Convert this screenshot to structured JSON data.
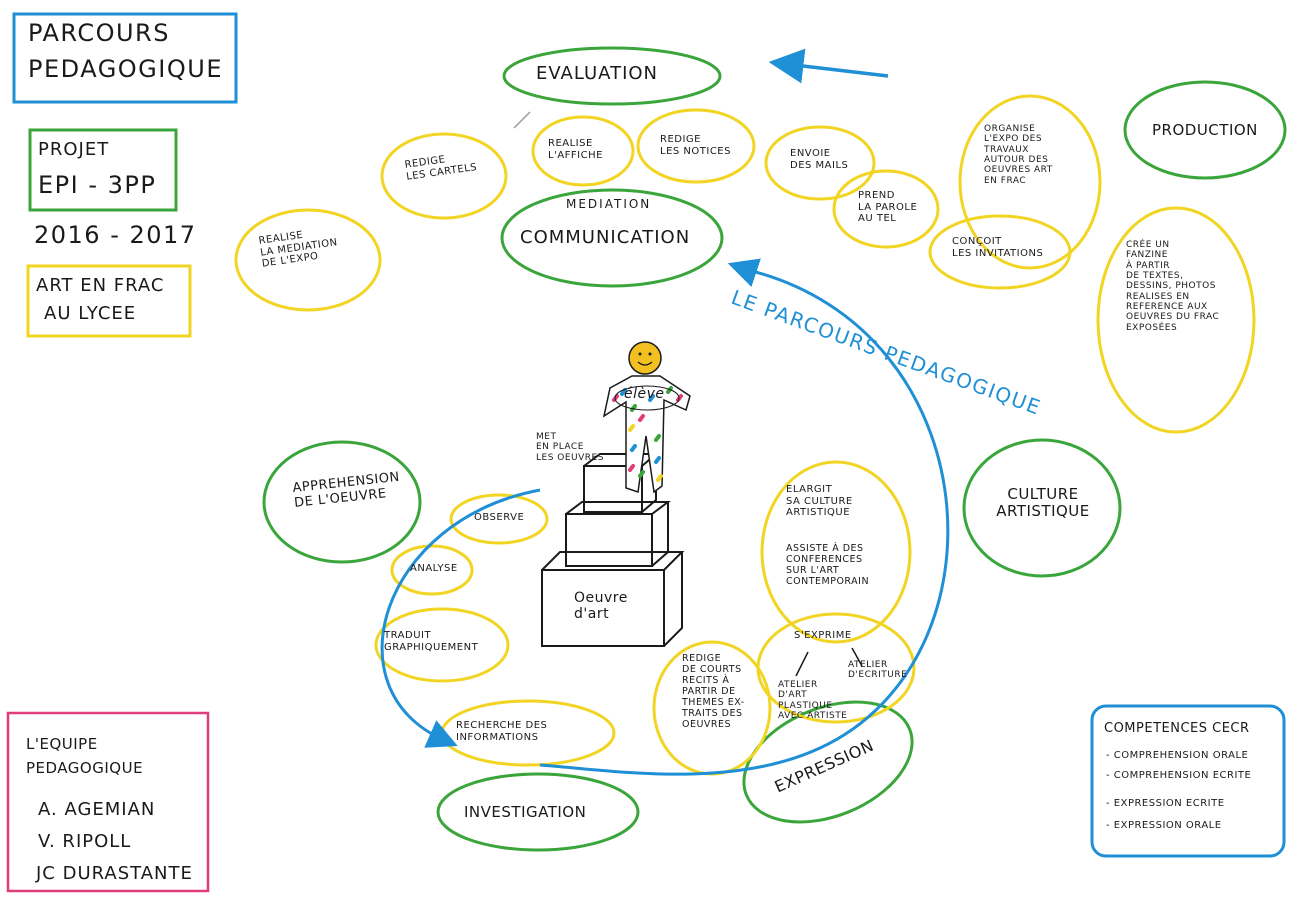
{
  "title_box": {
    "line1": "PARCOURS",
    "line2": "PEDAGOGIQUE"
  },
  "project_box": {
    "line1": "PROJET",
    "line2": "EPI - 3PP"
  },
  "year": "2016 - 2017",
  "frac_box": {
    "line1": "ART EN FRAC",
    "line2": "AU LYCEE"
  },
  "team_box": {
    "heading1": "L'EQUIPE",
    "heading2": "PEDAGOGIQUE",
    "members": [
      "A. AGEMIAN",
      "V. RIPOLL",
      "JC DURASTANTE"
    ]
  },
  "cecr_box": {
    "title": "COMPETENCES CECR",
    "items": [
      "- COMPREHENSION ORALE",
      "- COMPREHENSION ECRITE",
      "- EXPRESSION ECRITE",
      "- EXPRESSION ORALE"
    ]
  },
  "categories": {
    "evaluation": "EVALUATION",
    "mediation": "MEDIATION",
    "communication": "COMMUNICATION",
    "production": "PRODUCTION",
    "culture": "CULTURE\nARTISTIQUE",
    "apprehension": "APPREHENSION\nDE L'OEUVRE",
    "investigation": "INVESTIGATION",
    "expression": "EXPRESSION"
  },
  "activities": {
    "realise_mediation": "REALISE\nLA MEDIATION\nDE L'EXPO",
    "redige_cartels": "REDIGE\nLES CARTELS",
    "realise_affiche": "REALISE\nL'AFFICHE",
    "redige_notices": "REDIGE\nLES NOTICES",
    "envoie_mails": "ENVOIE\nDES MAILS",
    "prend_parole": "PREND\nLA PAROLE\nAU TEL",
    "organise_expo": "ORGANISE\nL'EXPO DES\nTRAVAUX\nAUTOUR DES\nOEUVRES ART\nEN FRAC",
    "concoit_invitations": "CONÇOIT\nLES INVITATIONS",
    "cree_fanzine": "CRÉE UN\nFANZINE\nÀ PARTIR\nDE TEXTES,\nDESSINS, PHOTOS\nREALISES EN\nREFERENCE AUX\nOEUVRES DU FRAC\nEXPOSÉES",
    "observe": "OBSERVE",
    "analyse": "ANALYSE",
    "traduit": "TRADUIT\nGRAPHIQUEMENT",
    "recherche": "RECHERCHE DES\nINFORMATIONS",
    "redige_recits": "REDIGE\nDE COURTS\nRECITS À\nPARTIR DE\nTHEMES EX-\nTRAITS DES\nOEUVRES",
    "elargit": "ELARGIT\nSA CULTURE\nARTISTIQUE",
    "assiste": "ASSISTE À DES\nCONFERENCES\nSUR L'ART\nCONTEMPORAIN",
    "exprime": "S'EXPRIME",
    "atelier_art": "ATELIER\nD'ART\nPLASTIQUE\nAVEC ARTISTE",
    "atelier_ecriture": "ATELIER\nD'ECRITURE",
    "met_en_place": "MET\nEN PLACE\nLES OEUVRES"
  },
  "center": {
    "eleve": "élève",
    "oeuvre": "Oeuvre\nd'art"
  },
  "parcours_label": "LE PARCOURS PEDAGOGIQUE",
  "colors": {
    "blue": "#1f8fd6",
    "green": "#3aa53a",
    "yellow": "#f2d422",
    "pink": "#e23c7a",
    "ink": "#1a1a1a"
  }
}
